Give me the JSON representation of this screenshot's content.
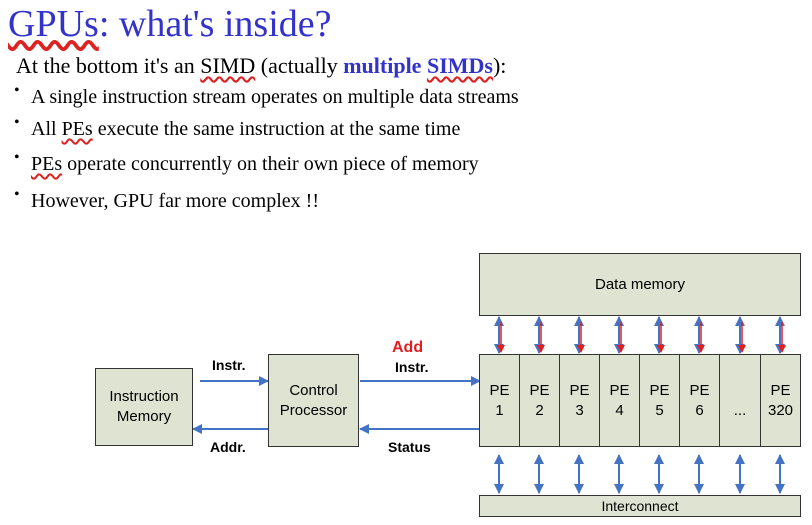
{
  "title": {
    "prefix": "GPUs",
    "rest": ": what's inside?"
  },
  "subtitle": {
    "part1": "At the bottom it's an ",
    "simd": "SIMD",
    "part2": " (actually ",
    "multiple": "multiple ",
    "simds": "SIMDs",
    "part3": "):"
  },
  "bullets": {
    "b0": "A single instruction stream operates on multiple data streams",
    "b1_a": "All ",
    "b1_pe": "PEs",
    "b1_b": " execute the same instruction at the same time",
    "b2_pe": "PEs",
    "b2_b": " operate concurrently on their own piece of memory",
    "b3": "However, GPU far more complex !!"
  },
  "diagram": {
    "instruction_memory": {
      "line1": "Instruction",
      "line2": "Memory"
    },
    "control_processor": {
      "line1": "Control",
      "line2": "Processor"
    },
    "data_memory": "Data memory",
    "interconnect": "Interconnect",
    "instr_label": "Instr.",
    "addr_label": "Addr.",
    "add_label": "Add",
    "instr2_label": "Instr.",
    "status_label": "Status",
    "pes": [
      {
        "line1": "PE",
        "line2": "1"
      },
      {
        "line1": "PE",
        "line2": "2"
      },
      {
        "line1": "PE",
        "line2": "3"
      },
      {
        "line1": "PE",
        "line2": "4"
      },
      {
        "line1": "PE",
        "line2": "5"
      },
      {
        "line1": "PE",
        "line2": "6"
      },
      {
        "line1": "",
        "line2": "..."
      },
      {
        "line1": "PE",
        "line2": "320"
      }
    ],
    "colors": {
      "arrow_blue": "#4472c4",
      "arrow_red": "#e02020",
      "box_fill": "#dfe3d2",
      "title_blue": "#3333cc"
    }
  }
}
